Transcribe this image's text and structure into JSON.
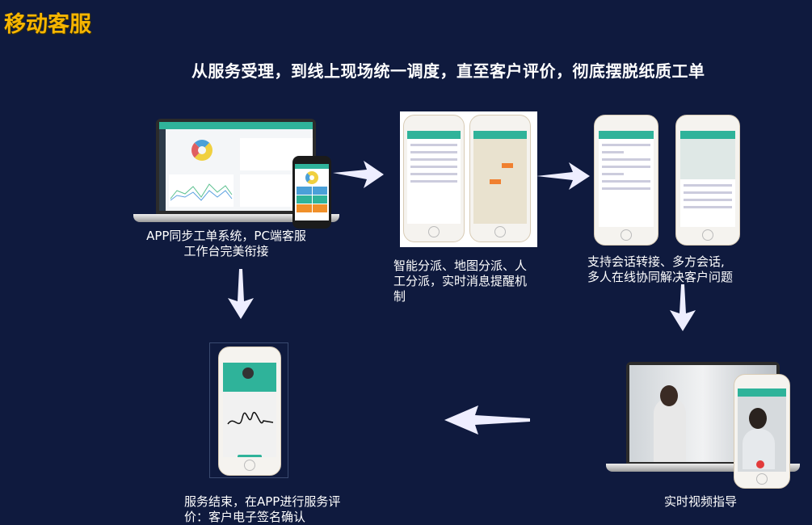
{
  "title": "移动客服",
  "subtitle": "从服务受理，到线上现场统一调度，直至客户评价，彻底摆脱纸质工单",
  "steps": [
    {
      "caption": [
        "APP同步工单系统，PC端客服",
        "工作台完美衔接"
      ]
    },
    {
      "caption": [
        "智能分派、地图分派、人",
        "工分派，实时消息提醒机",
        "制"
      ]
    },
    {
      "caption": [
        "支持会话转接、多方会话,",
        "多人在线协同解决客户问题"
      ]
    },
    {
      "caption": [
        "实时视频指导"
      ]
    },
    {
      "caption": [
        "服务结束，在APP进行服务评",
        "价：客户电子签名确认"
      ]
    }
  ],
  "colors": {
    "background": "#0f1a3e",
    "title": "#f7b500",
    "app_accent": "#2fb39a"
  }
}
